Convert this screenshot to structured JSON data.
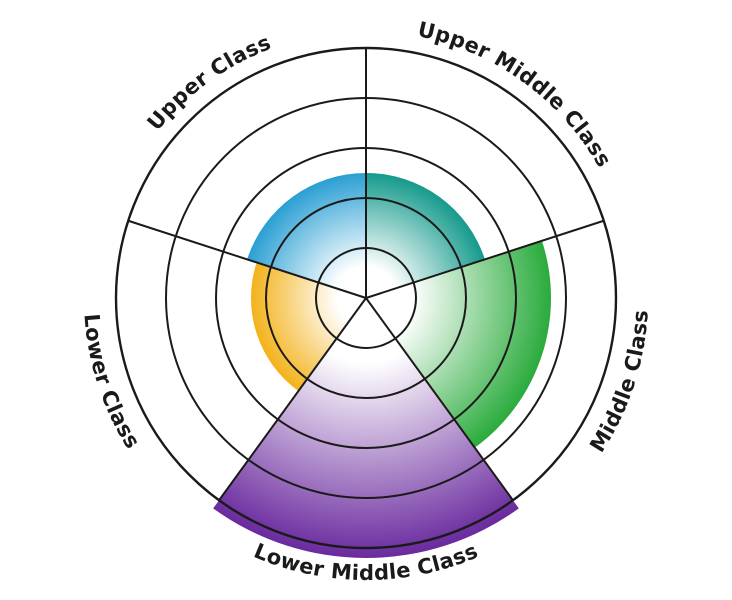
{
  "chart_data": {
    "type": "polar-area",
    "categories": [
      "Upper Class",
      "Upper Middle Class",
      "Middle Class",
      "Lower Middle Class",
      "Lower Class"
    ],
    "values": [
      2.5,
      2.5,
      3.7,
      5.2,
      2.3
    ],
    "rings": 5,
    "grid": true,
    "legend": "none",
    "title": "",
    "xlabel": "",
    "ylabel": "",
    "colors": [
      "#2a9fd3",
      "#159a8c",
      "#2aab3c",
      "#6a2a9e",
      "#f3b21a"
    ]
  }
}
